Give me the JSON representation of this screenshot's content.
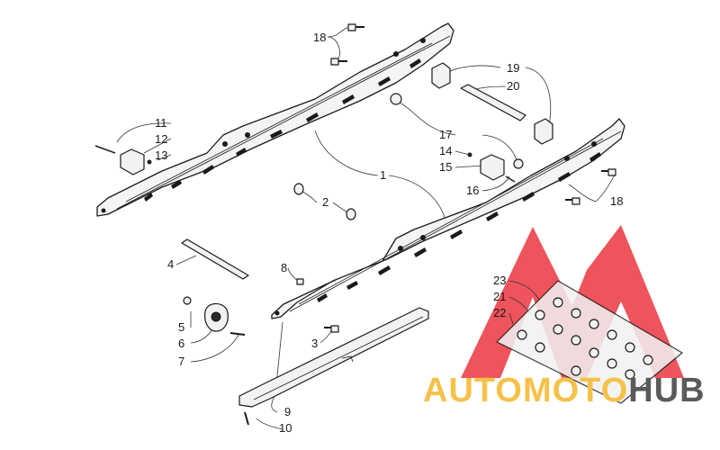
{
  "diagram": {
    "callouts": [
      {
        "id": "c18a",
        "text": "18"
      },
      {
        "id": "c19",
        "text": "19"
      },
      {
        "id": "c20",
        "text": "20"
      },
      {
        "id": "c11",
        "text": "11"
      },
      {
        "id": "c12",
        "text": "12"
      },
      {
        "id": "c13",
        "text": "13"
      },
      {
        "id": "c17",
        "text": "17"
      },
      {
        "id": "c14",
        "text": "14"
      },
      {
        "id": "c15",
        "text": "15"
      },
      {
        "id": "c16",
        "text": "16"
      },
      {
        "id": "c1",
        "text": "1"
      },
      {
        "id": "c18b",
        "text": "18"
      },
      {
        "id": "c2",
        "text": "2"
      },
      {
        "id": "c4",
        "text": "4"
      },
      {
        "id": "c8",
        "text": "8"
      },
      {
        "id": "c23",
        "text": "23"
      },
      {
        "id": "c21",
        "text": "21"
      },
      {
        "id": "c22",
        "text": "22"
      },
      {
        "id": "c5",
        "text": "5"
      },
      {
        "id": "c6",
        "text": "6"
      },
      {
        "id": "c7",
        "text": "7"
      },
      {
        "id": "c3",
        "text": "3"
      },
      {
        "id": "c9",
        "text": "9"
      },
      {
        "id": "c10",
        "text": "10"
      }
    ]
  },
  "watermark": {
    "part1": "AUTOMOTO",
    "part2": "HUB",
    "colors": {
      "red": "#e8202a",
      "yellow": "#f5c14a",
      "gray": "#5a5a5a"
    }
  }
}
